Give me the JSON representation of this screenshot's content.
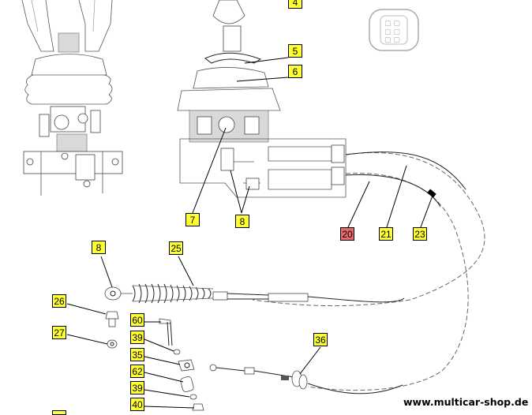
{
  "callouts": [
    {
      "id": "4",
      "label": "4"
    },
    {
      "id": "5",
      "label": "5"
    },
    {
      "id": "6",
      "label": "6"
    },
    {
      "id": "7",
      "label": "7"
    },
    {
      "id": "8a",
      "label": "8"
    },
    {
      "id": "20",
      "label": "20",
      "highlighted": true
    },
    {
      "id": "21",
      "label": "21"
    },
    {
      "id": "23",
      "label": "23"
    },
    {
      "id": "8b",
      "label": "8"
    },
    {
      "id": "25",
      "label": "25"
    },
    {
      "id": "26",
      "label": "26"
    },
    {
      "id": "27",
      "label": "27"
    },
    {
      "id": "60",
      "label": "60"
    },
    {
      "id": "39a",
      "label": "39"
    },
    {
      "id": "35",
      "label": "35"
    },
    {
      "id": "62",
      "label": "62"
    },
    {
      "id": "39b",
      "label": "39"
    },
    {
      "id": "40",
      "label": "40"
    },
    {
      "id": "36",
      "label": "36"
    }
  ],
  "watermark": "www.multicar-shop.de",
  "colors": {
    "callout": "#ffff33",
    "callout_highlight": "#e56a6f"
  }
}
